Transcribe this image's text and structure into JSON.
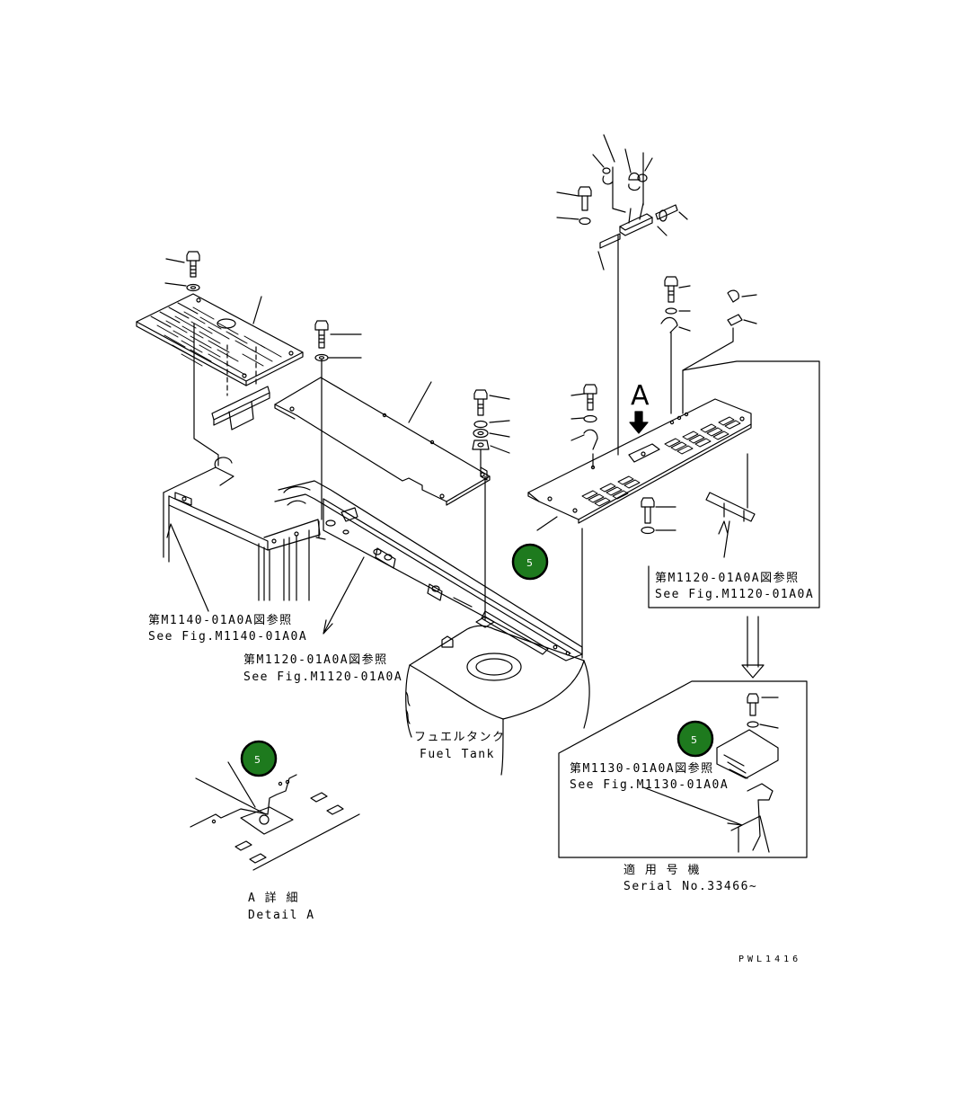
{
  "references": {
    "m1140": {
      "jp": "第M1140-01A0A図参照",
      "en": "See Fig.M1140-01A0A"
    },
    "m1120_left": {
      "jp": "第M1120-01A0A図参照",
      "en": "See Fig.M1120-01A0A"
    },
    "m1120_right": {
      "jp": "第M1120-01A0A図参照",
      "en": "See Fig.M1120-01A0A"
    },
    "m1130": {
      "jp": "第M1130-01A0A図参照",
      "en": "See Fig.M1130-01A0A"
    }
  },
  "fuel_tank": {
    "jp": "フュエルタンク",
    "en": "Fuel Tank"
  },
  "detail": {
    "jp": "A 詳 細",
    "en": "Detail A"
  },
  "serial": {
    "jp": "適 用 号 機",
    "en": "Serial No.33466~"
  },
  "view_letter": "A",
  "drawing_code": "PWL1416",
  "badges": [
    {
      "label": "5",
      "color": "#1e7a1e"
    },
    {
      "label": "5",
      "color": "#1e7a1e"
    },
    {
      "label": "5",
      "color": "#1e7a1e"
    }
  ]
}
